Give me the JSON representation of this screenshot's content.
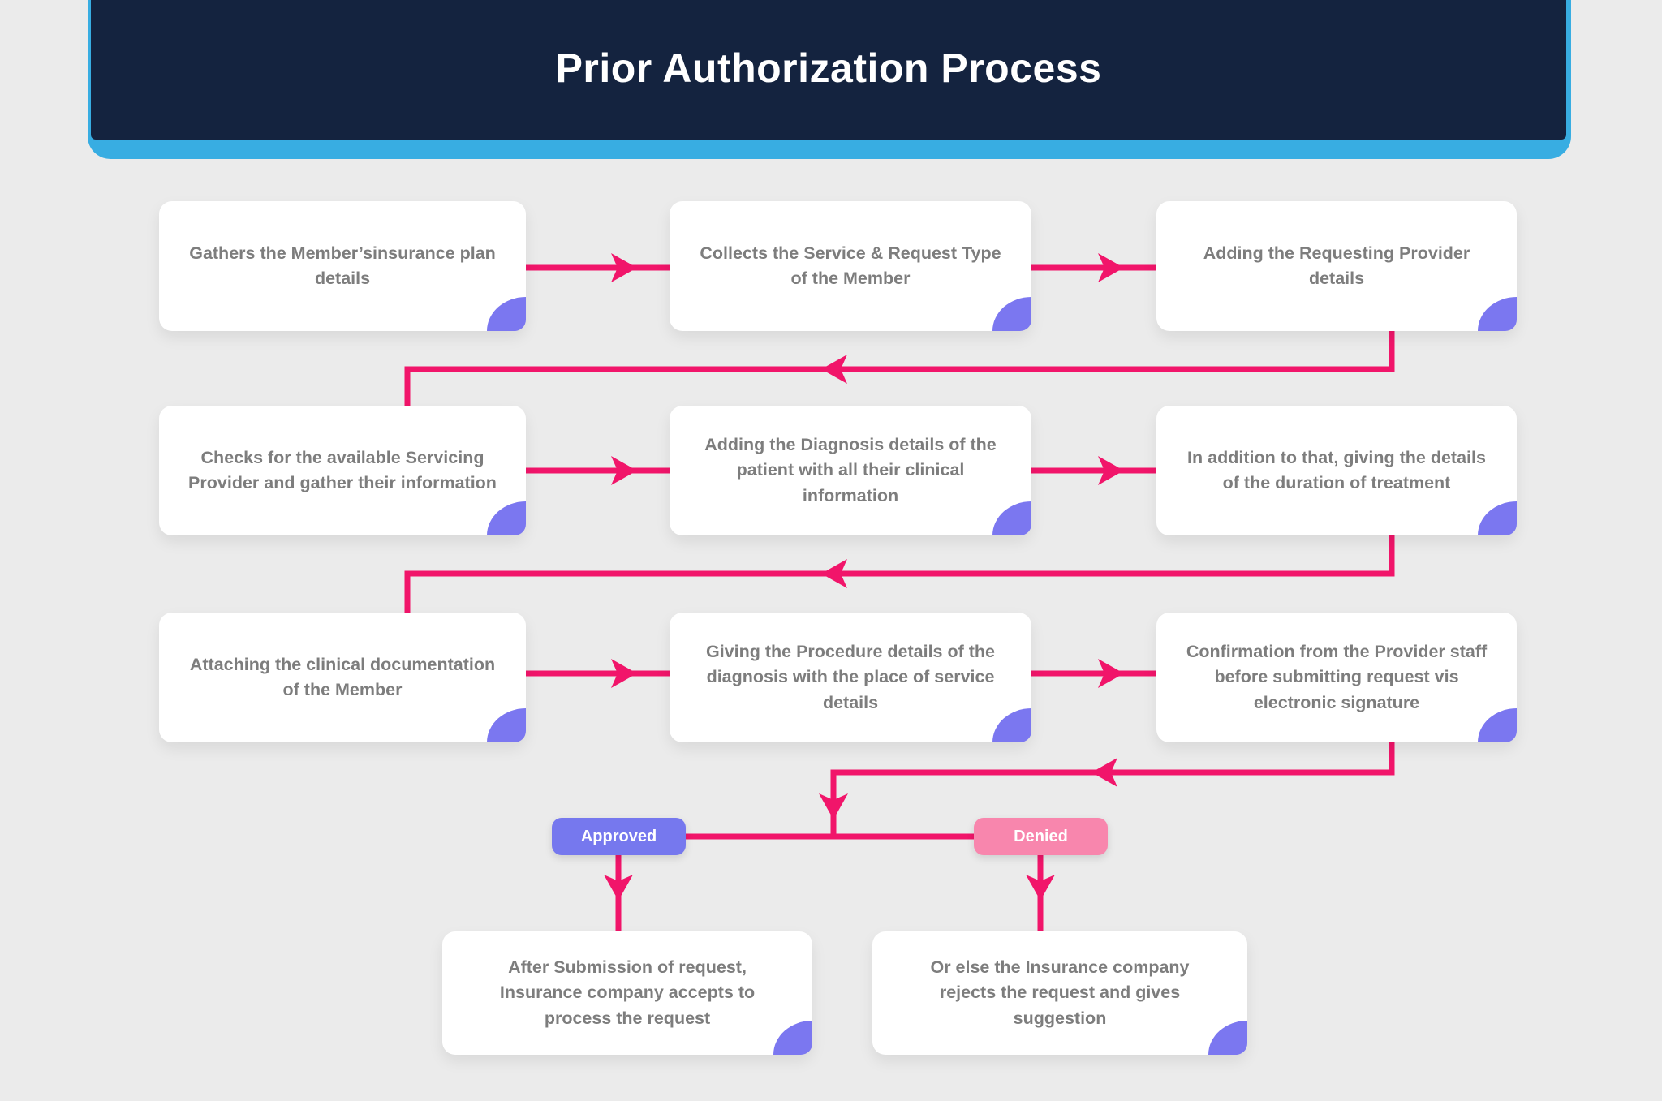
{
  "title": "Prior Authorization Process",
  "colors": {
    "header_bg": "#14233f",
    "header_accent": "#38ade2",
    "background": "#ebebeb",
    "arrow": "#f1156a",
    "card_bg": "#ffffff",
    "card_text": "#7d7d7d",
    "corner_accent": "#7b77f0",
    "approved_bg": "#7678ee",
    "denied_bg": "#f886ad",
    "pill_text": "#ffffff"
  },
  "steps": [
    {
      "text": "Gathers the Member’sinsurance plan details"
    },
    {
      "text": "Collects the Service & Request Type of the Member"
    },
    {
      "text": "Adding the Requesting Provider details"
    },
    {
      "text": "Checks for the available Servicing Provider and gather their information"
    },
    {
      "text": "Adding the Diagnosis details of the patient with all their clinical information"
    },
    {
      "text": "In addition to that, giving the details of the duration of treatment"
    },
    {
      "text": "Attaching the clinical documentation of the Member"
    },
    {
      "text": "Giving the Procedure details of the diagnosis with the place of service details"
    },
    {
      "text": "Confirmation from the Provider staff before submitting request vis electronic signature"
    }
  ],
  "outcomes": {
    "approved": {
      "label": "Approved",
      "result": "After Submission of request, Insurance company accepts to process the request"
    },
    "denied": {
      "label": "Denied",
      "result": "Or else the Insurance company rejects the request and gives suggestion"
    }
  }
}
